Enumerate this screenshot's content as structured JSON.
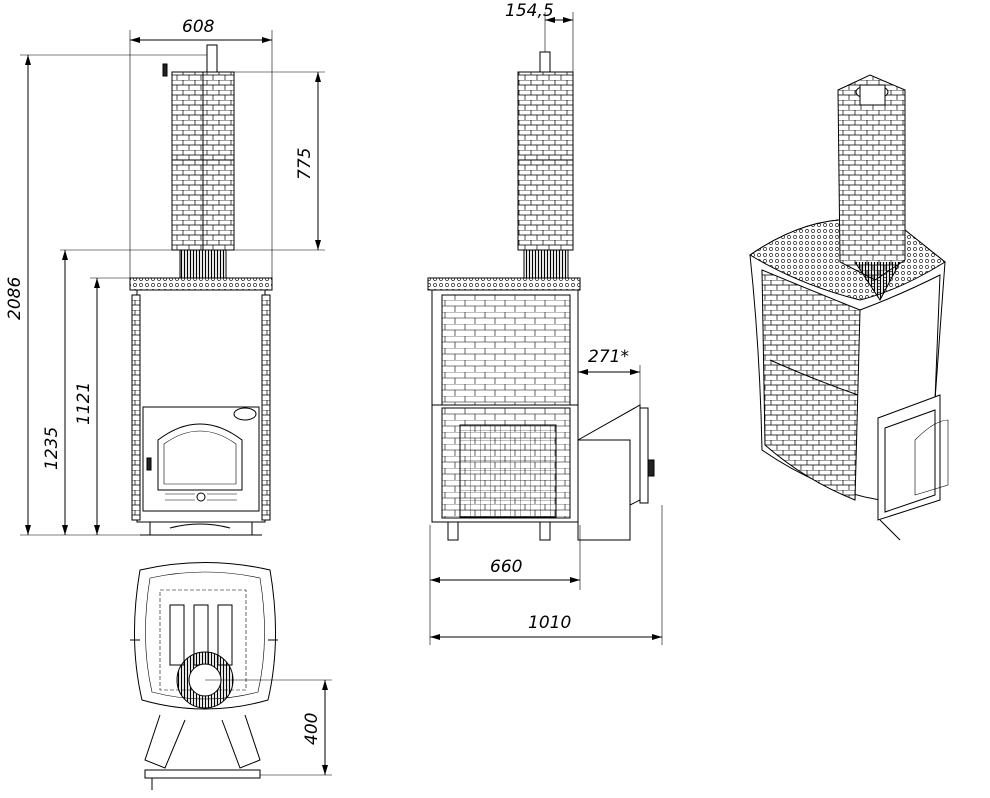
{
  "drawing": {
    "title": "Sauna stove with chimney mesh - technical drawing",
    "front_view": {
      "dimensions": {
        "width": "608",
        "chimney_height": "775",
        "total_height": "2086",
        "to_plate": "1235",
        "body_height": "1121"
      }
    },
    "side_view": {
      "dimensions": {
        "chimney_offset": "154,5",
        "door_depth": "271*",
        "body_depth": "660",
        "total_depth": "1010"
      }
    },
    "top_view": {
      "dimensions": {
        "door_offset": "400"
      }
    },
    "colors": {
      "line": "#000000",
      "background": "#ffffff"
    }
  }
}
